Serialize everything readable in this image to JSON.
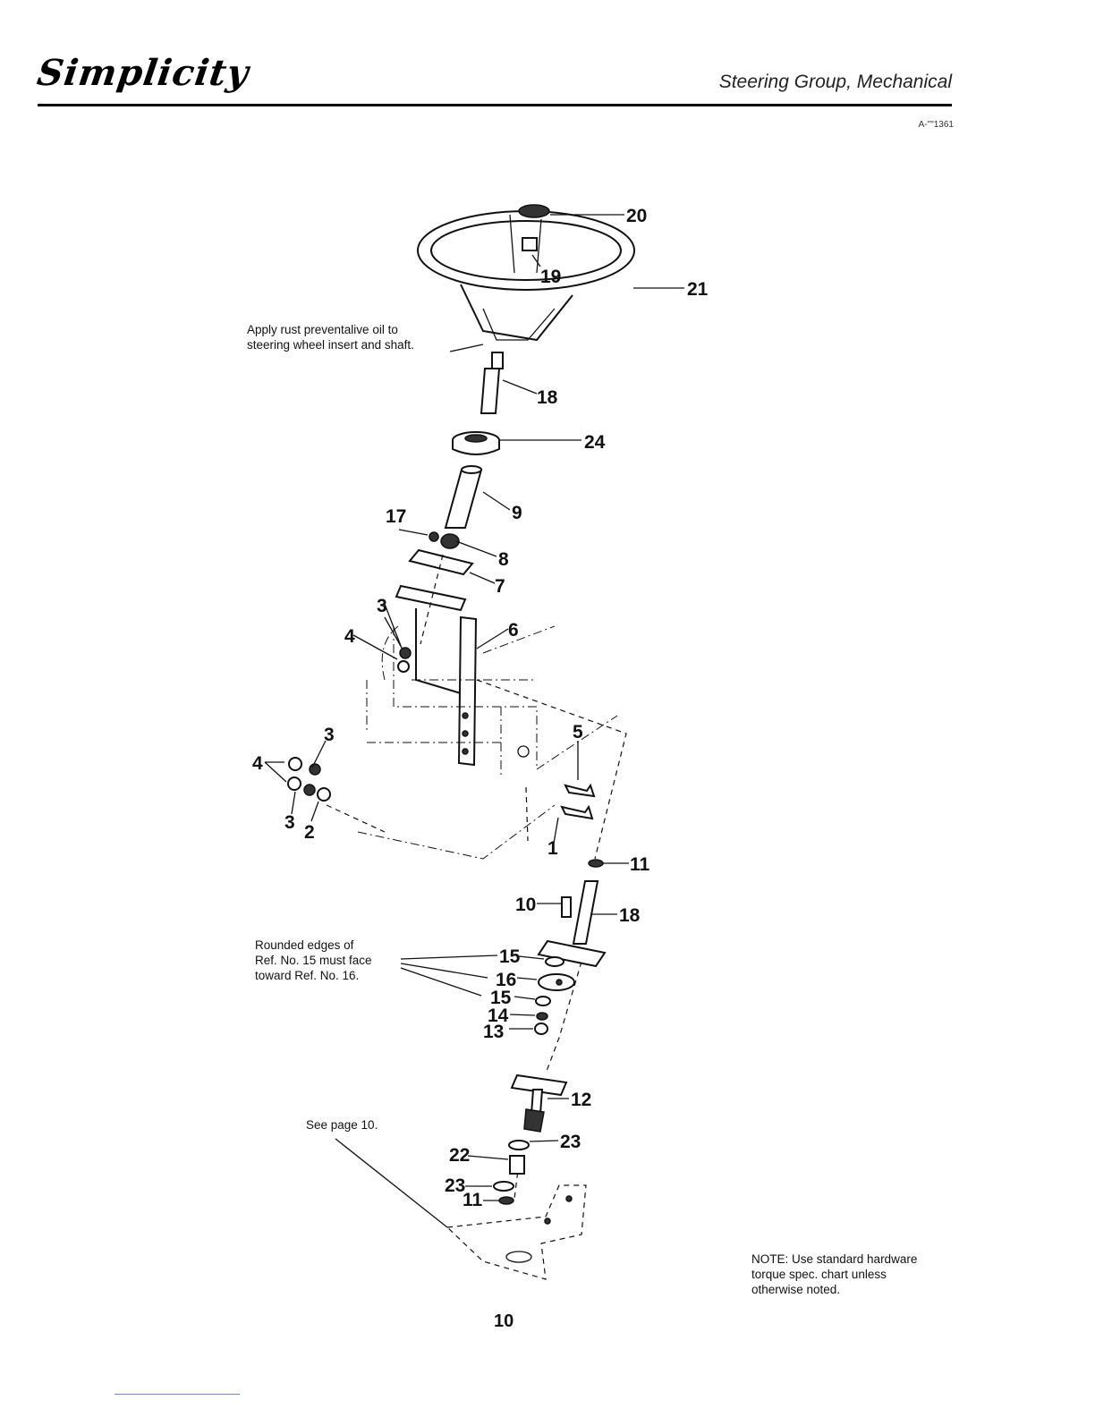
{
  "header": {
    "brand": "Simplicity",
    "section_title": "Steering Group, Mechanical",
    "doc_id": "A-\"\"1361"
  },
  "notes": {
    "rust_oil": [
      "Apply rust preventalive oil to",
      "steering wheel insert and shaft."
    ],
    "rounded_edges": [
      "Rounded edges of",
      "Ref. No. 15 must face",
      "toward Ref. No. 16."
    ],
    "see_page": "See page 10.",
    "torque": [
      "NOTE: Use standard hardware",
      "torque spec. chart unless",
      "otherwise noted."
    ]
  },
  "callouts": [
    "20",
    "19",
    "21",
    "18",
    "24",
    "9",
    "17",
    "8",
    "7",
    "3",
    "6",
    "4",
    "5",
    "3",
    "4",
    "3",
    "2",
    "1",
    "11",
    "10",
    "18",
    "15",
    "16",
    "15",
    "14",
    "13",
    "12",
    "23",
    "22",
    "23",
    "11"
  ],
  "page_number": "10"
}
